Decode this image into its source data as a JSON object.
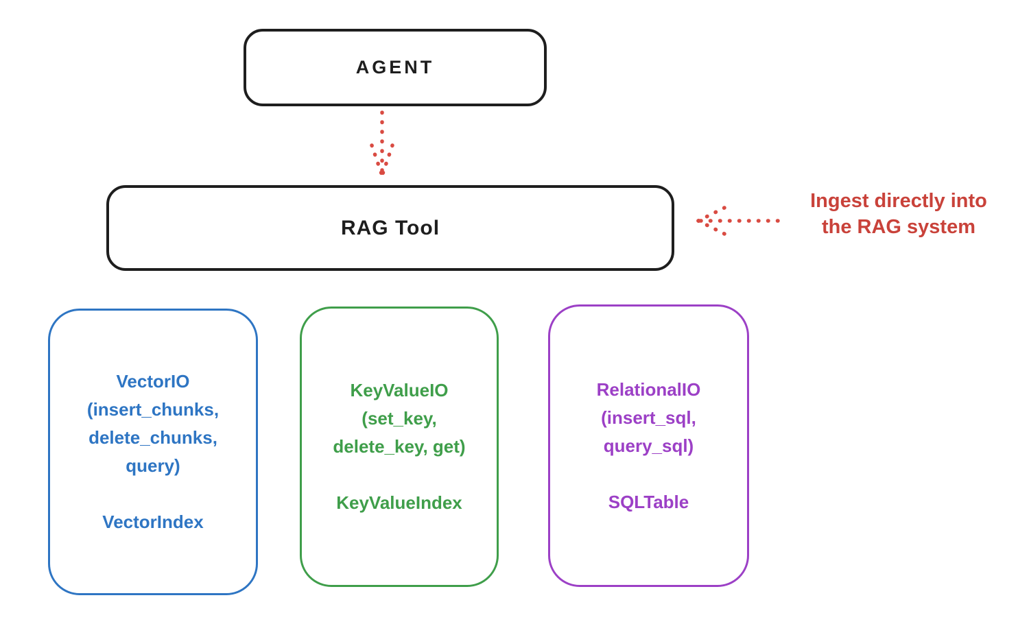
{
  "agent": {
    "label": "AGENT"
  },
  "rag_tool": {
    "label": "RAG Tool"
  },
  "annotation": {
    "line1": "Ingest directly into",
    "line2": "the RAG system"
  },
  "io_boxes": [
    {
      "name": "vector-io",
      "color": "#2e75c3",
      "line1": "VectorIO",
      "line2": "(insert_chunks,",
      "line3": "delete_chunks,",
      "line4": "query)",
      "index_label": "VectorIndex"
    },
    {
      "name": "keyvalue-io",
      "color": "#3f9e4a",
      "line1": "KeyValueIO",
      "line2": "(set_key,",
      "line3": "delete_key, get)",
      "index_label": "KeyValueIndex"
    },
    {
      "name": "relational-io",
      "color": "#9c40c6",
      "line1": "RelationalIO",
      "line2": "(insert_sql,",
      "line3": "query_sql)",
      "index_label": "SQLTable"
    }
  ],
  "colors": {
    "ink": "#1e1e1e",
    "red_text": "#c9423a",
    "red_arrow": "#d94b42",
    "background": "#ffffff"
  }
}
